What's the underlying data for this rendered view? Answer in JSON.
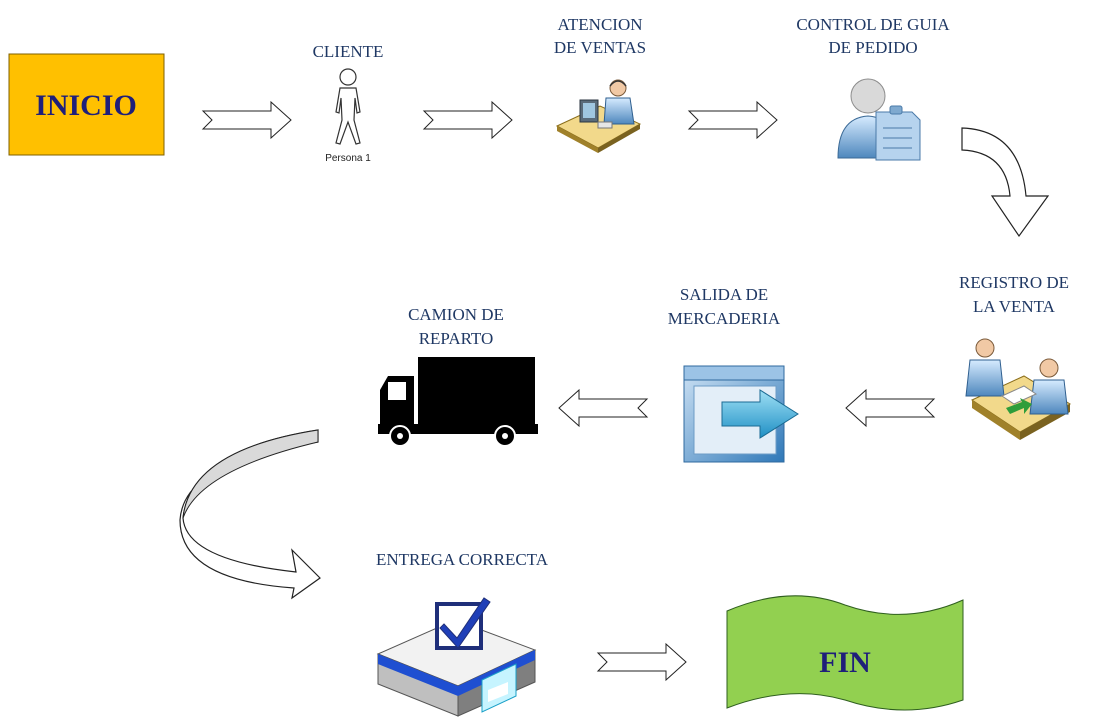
{
  "start_label": "INICIO",
  "end_label": "FIN",
  "steps": {
    "cliente": {
      "title": "CLIENTE",
      "caption": "Persona 1"
    },
    "atencion": {
      "line1": "ATENCION",
      "line2": "DE VENTAS"
    },
    "control": {
      "line1": "CONTROL DE GUIA",
      "line2": "DE PEDIDO"
    },
    "registro": {
      "line1": "REGISTRO DE",
      "line2": "LA VENTA"
    },
    "salida": {
      "line1": "SALIDA DE",
      "line2": "MERCADERIA"
    },
    "camion": {
      "line1": "CAMION DE",
      "line2": "REPARTO"
    },
    "entrega": {
      "title": "ENTREGA CORRECTA"
    }
  },
  "colors": {
    "start_box": "#ffc000",
    "end_shape": "#92d050",
    "text": "#1f3864",
    "truck": "#000000",
    "exit_icon": "#4a90c8"
  },
  "icons": [
    "person-icon",
    "call-center-icon",
    "user-document-icon",
    "meeting-icon",
    "exit-arrow-icon",
    "truck-icon",
    "checkbox-box-icon"
  ]
}
